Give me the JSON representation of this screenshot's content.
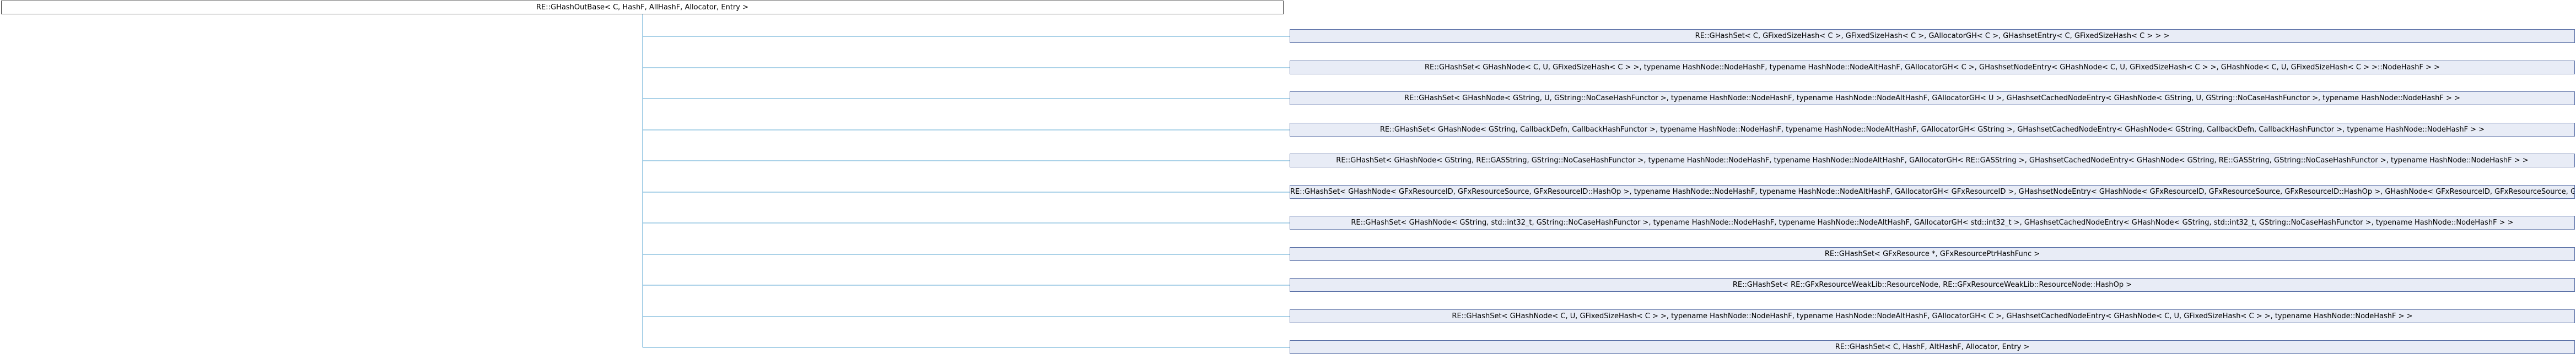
{
  "diagram": {
    "root": {
      "label": "RE::GHashOutBase< C, HashF, AllHashF, Allocator, Entry >"
    },
    "derived": [
      {
        "label": "RE::GHashSet< C, GFixedSizeHash< C >, GFixedSizeHash< C >, GAllocatorGH< C >, GHashsetEntry< C, GFixedSizeHash< C > > >"
      },
      {
        "label": "RE::GHashSet< GHashNode< C, U, GFixedSizeHash< C > >, typename HashNode::NodeHashF, typename HashNode::NodeAltHashF, GAllocatorGH< C >, GHashsetNodeEntry< GHashNode< C, U, GFixedSizeHash< C > >, GHashNode< C, U, GFixedSizeHash< C > >::NodeHashF > >"
      },
      {
        "label": "RE::GHashSet< GHashNode< GString, U, GString::NoCaseHashFunctor >, typename HashNode::NodeHashF, typename HashNode::NodeAltHashF, GAllocatorGH< U >, GHashsetCachedNodeEntry< GHashNode< GString, U, GString::NoCaseHashFunctor >, typename HashNode::NodeHashF > >"
      },
      {
        "label": "RE::GHashSet< GHashNode< GString, CallbackDefn, CallbackHashFunctor >, typename HashNode::NodeHashF, typename HashNode::NodeAltHashF, GAllocatorGH< GString >, GHashsetCachedNodeEntry< GHashNode< GString, CallbackDefn, CallbackHashFunctor >, typename HashNode::NodeHashF > >"
      },
      {
        "label": "RE::GHashSet< GHashNode< GString, RE::GASString, GString::NoCaseHashFunctor >, typename HashNode::NodeHashF, typename HashNode::NodeAltHashF, GAllocatorGH< RE::GASString >, GHashsetCachedNodeEntry< GHashNode< GString, RE::GASString, GString::NoCaseHashFunctor >, typename HashNode::NodeHashF > >"
      },
      {
        "label": "RE::GHashSet< GHashNode< GFxResourceID, GFxResourceSource, GFxResourceID::HashOp >, typename HashNode::NodeHashF, typename HashNode::NodeAltHashF, GAllocatorGH< GFxResourceID >, GHashsetNodeEntry< GHashNode< GFxResourceID, GFxResourceSource, GFxResourceID::HashOp >, GHashNode< GFxResourceID, GFxResourceSource, GFxResourceID::HashOp >::NodeHashF > >"
      },
      {
        "label": "RE::GHashSet< GHashNode< GString, std::int32_t, GString::NoCaseHashFunctor >, typename HashNode::NodeHashF, typename HashNode::NodeAltHashF, GAllocatorGH< std::int32_t >, GHashsetCachedNodeEntry< GHashNode< GString, std::int32_t, GString::NoCaseHashFunctor >, typename HashNode::NodeHashF > >"
      },
      {
        "label": "RE::GHashSet< GFxResource *, GFxResourcePtrHashFunc >"
      },
      {
        "label": "RE::GHashSet< RE::GFxResourceWeakLib::ResourceNode, RE::GFxResourceWeakLib::ResourceNode::HashOp >"
      },
      {
        "label": "RE::GHashSet< GHashNode< C, U, GFixedSizeHash< C > >, typename HashNode::NodeHashF, typename HashNode::NodeAltHashF, GAllocatorGH< C >, GHashsetCachedNodeEntry< GHashNode< C, U, GFixedSizeHash< C > >, typename HashNode::NodeHashF > >"
      },
      {
        "label": "RE::GHashSet< C, HashF, AltHashF, Allocator, Entry >"
      }
    ]
  }
}
